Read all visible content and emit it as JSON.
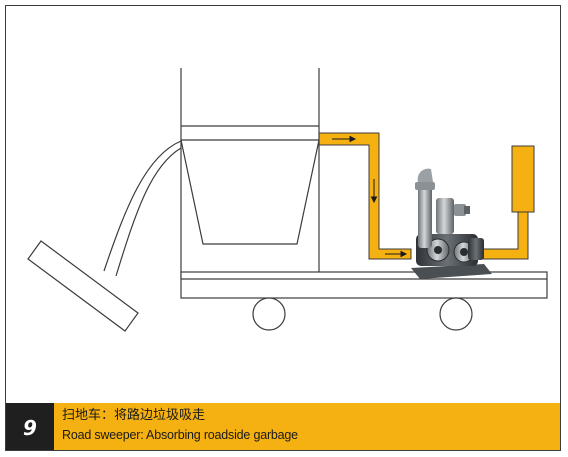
{
  "figure_number": "9",
  "caption": {
    "zh": "扫地车：将路边垃圾吸走",
    "en": "Road sweeper: Absorbing roadside garbage"
  },
  "colors": {
    "pipe": "#f5b111",
    "lines": "#3c3c3c",
    "caption_bg": "#f5b111",
    "number_bg": "#1f1f1f"
  },
  "icons": [
    "blower-unit-icon",
    "flow-arrow-icon"
  ]
}
